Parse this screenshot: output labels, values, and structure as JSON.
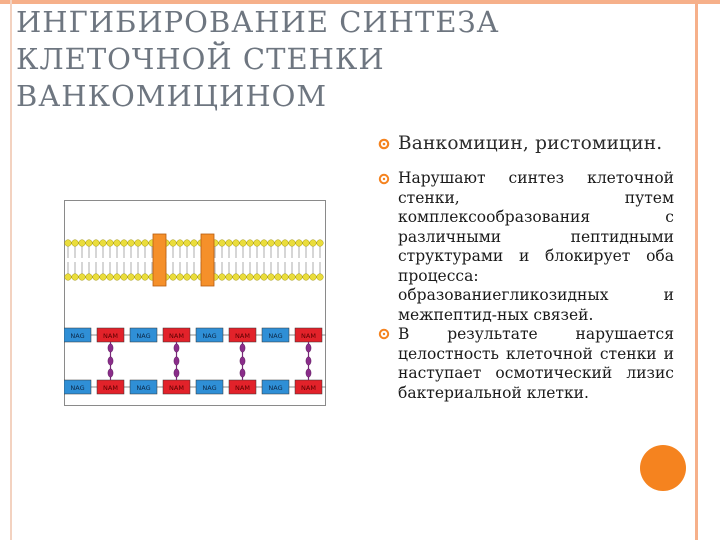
{
  "slide": {
    "title_lines": [
      "ИНГИБИРОВАНИЕ СИНТЕЗА",
      "КЛЕТОЧНОЙ СТЕНКИ",
      "ВАНКОМИЦИНОМ"
    ],
    "bullets": [
      "Ванкомицин, ристомицин.",
      "Нарушают синтез клеточной стенки, путем комплексообразования с различными пептидными структурами и блокирует оба процесса: образованиегликозидных и межпептид-ных связей.",
      "В результате нарушается целостность клеточной стенки и наступает осмотический лизис бактериальной клетки."
    ],
    "bullet_icon": "ring-bullet-icon",
    "figure": {
      "row_labels": [
        "NAG",
        "NAM",
        "NAG",
        "NAM",
        "NAG",
        "NAM",
        "NAG",
        "NAM"
      ],
      "colors": {
        "nag": "#2f8fd6",
        "nam": "#e2222a",
        "vanco": "#f5902a",
        "lipid_head": "#eadd3c"
      }
    },
    "accent_color": "#f5831f"
  }
}
